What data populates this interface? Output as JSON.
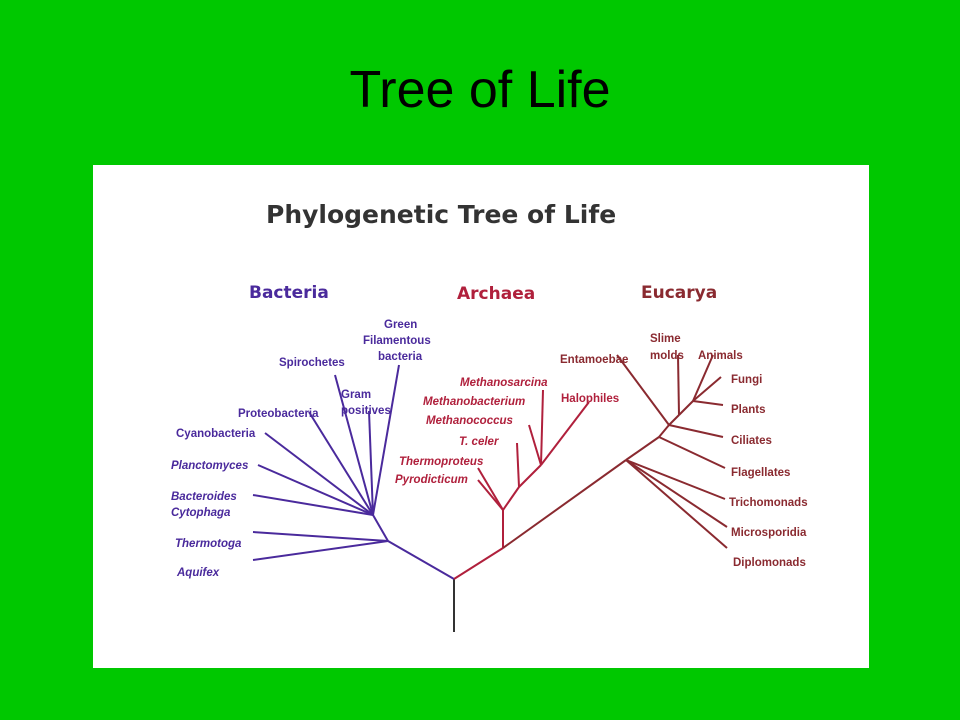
{
  "slide": {
    "title": "Tree of Life"
  },
  "figure": {
    "title": "Phylogenetic Tree of Life"
  },
  "colors": {
    "background": "#00c800",
    "bacteria": "#4a2a9c",
    "archaea": "#b0203c",
    "eucarya": "#8a2a30",
    "trunk": "#333333"
  },
  "domains": [
    {
      "key": "bacteria",
      "label": "Bacteria"
    },
    {
      "key": "archaea",
      "label": "Archaea"
    },
    {
      "key": "eucarya",
      "label": "Eucarya"
    }
  ],
  "leaves": {
    "bacteria": [
      {
        "label": "Green"
      },
      {
        "label": "Filamentous"
      },
      {
        "label": "bacteria"
      },
      {
        "label": "Spirochetes"
      },
      {
        "label": "Gram"
      },
      {
        "label": "positives"
      },
      {
        "label": "Proteobacteria"
      },
      {
        "label": "Cyanobacteria"
      },
      {
        "label": "Planctomyces",
        "italic": true
      },
      {
        "label": "Bacteroides",
        "italic": true
      },
      {
        "label": "Cytophaga",
        "italic": true
      },
      {
        "label": "Thermotoga",
        "italic": true
      },
      {
        "label": "Aquifex",
        "italic": true
      }
    ],
    "archaea": [
      {
        "label": "Methanosarcina",
        "italic": true
      },
      {
        "label": "Methanobacterium",
        "italic": true
      },
      {
        "label": "Halophiles"
      },
      {
        "label": "Methanococcus",
        "italic": true
      },
      {
        "label": "T. celer",
        "italic": true
      },
      {
        "label": "Thermoproteus",
        "italic": true
      },
      {
        "label": "Pyrodicticum",
        "italic": true
      }
    ],
    "eucarya": [
      {
        "label": "Slime"
      },
      {
        "label": "molds"
      },
      {
        "label": "Entamoebae"
      },
      {
        "label": "Animals"
      },
      {
        "label": "Fungi"
      },
      {
        "label": "Plants"
      },
      {
        "label": "Ciliates"
      },
      {
        "label": "Flagellates"
      },
      {
        "label": "Trichomonads"
      },
      {
        "label": "Microsporidia"
      },
      {
        "label": "Diplomonads"
      }
    ]
  }
}
